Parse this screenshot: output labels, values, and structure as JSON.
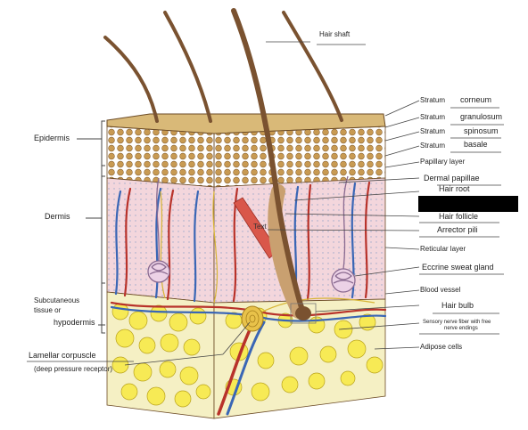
{
  "labels": {
    "hair_shaft": "Hair shaft",
    "stratum_corneum_prefix": "Stratum",
    "stratum_corneum": "corneum",
    "stratum_granulosum_prefix": "Stratum",
    "stratum_granulosum": "granulosum",
    "stratum_spinosum_prefix": "Stratum",
    "stratum_spinosum": "spinosum",
    "stratum_basale_prefix": "Stratum",
    "stratum_basale": "basale",
    "papillary_layer": "Papillary layer",
    "dermal_papillae": "Dermal papillae",
    "hair_root": "Hair root",
    "hair_follicle": "Hair follicle",
    "arrector_pili": "Arrector pili",
    "reticular_layer": "Reticular layer",
    "eccrine_sweat_gland": "Eccrine sweat gland",
    "blood_vessel": "Blood vessel",
    "hair_bulb": "Hair bulb",
    "sensory_nerve_line1": "Sensory nerve fiber with free",
    "sensory_nerve_line2": "nerve endings",
    "adipose_cells": "Adipose cells",
    "epidermis": "Epidermis",
    "dermis": "Dermis",
    "subcutaneous_line1": "Subcutaneous",
    "subcutaneous_line2": "tissue or",
    "hypodermis": "hypodermis",
    "lamellar_corpuscle": "Lamellar corpuscle",
    "deep_pressure": "(deep pressure receptor)",
    "inset_text": "Text"
  },
  "colors": {
    "epidermis_tan": "#d9b978",
    "dermis_pink": "#f3d6dc",
    "adipose_yellow": "#f7ea55",
    "hair_brown": "#7a5230",
    "vein_blue": "#3a66b5",
    "artery_red": "#b8322a",
    "redaction": "#000000"
  }
}
